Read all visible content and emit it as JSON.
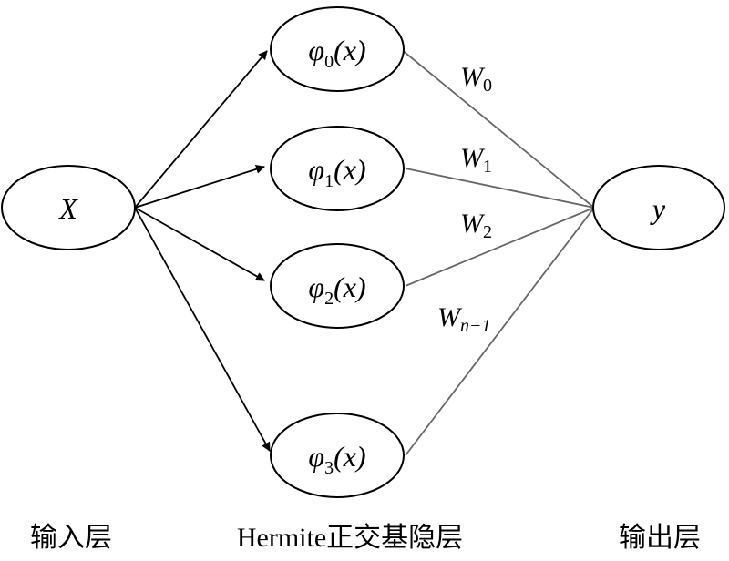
{
  "input_node": {
    "label": "X"
  },
  "output_node": {
    "label": "y"
  },
  "hidden_nodes": [
    {
      "func": "φ",
      "sub": "0",
      "arg": "(x)"
    },
    {
      "func": "φ",
      "sub": "1",
      "arg": "(x)"
    },
    {
      "func": "φ",
      "sub": "2",
      "arg": "(x)"
    },
    {
      "func": "φ",
      "sub": "3",
      "arg": "(x)"
    }
  ],
  "weights": [
    {
      "base": "W",
      "sub": "0"
    },
    {
      "base": "W",
      "sub": "1"
    },
    {
      "base": "W",
      "sub": "2"
    },
    {
      "base": "W",
      "sub": "n−1"
    }
  ],
  "layers": {
    "input": "输入层",
    "hidden_prefix": "Hermite",
    "hidden": "正交基隐层",
    "output": "输出层"
  }
}
